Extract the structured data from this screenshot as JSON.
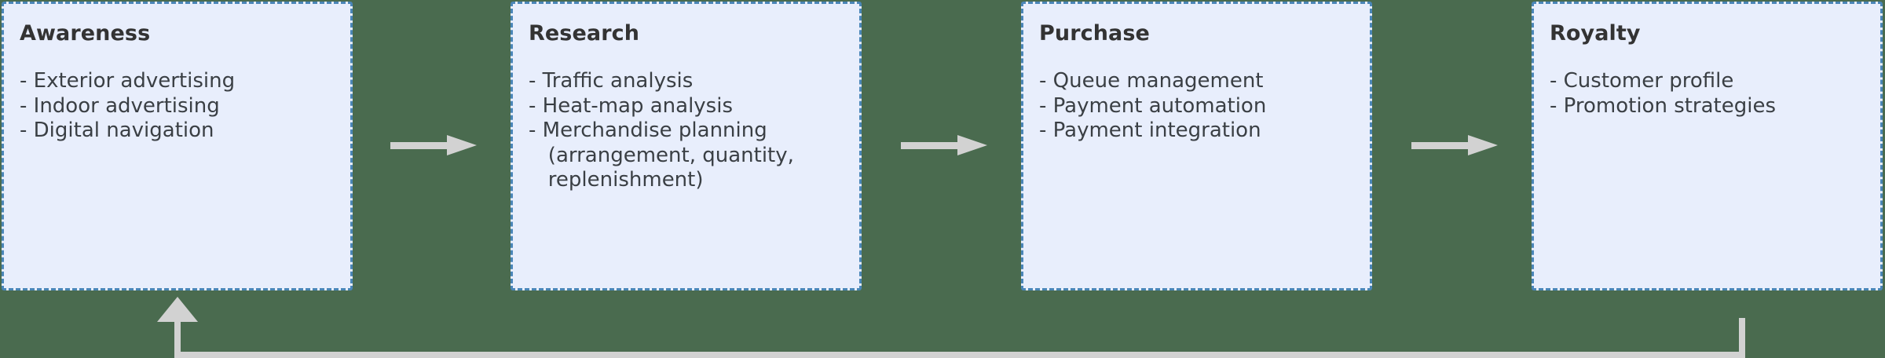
{
  "diagram": {
    "type": "customer-journey-flow",
    "background_color": "#4a6b4f",
    "box_fill_color": "#e8eefc",
    "box_border_color": "#4a86b8",
    "arrow_color": "#d2d2d2",
    "title_color": "#333333",
    "text_color": "#3a3f44",
    "stages": [
      {
        "title": "Awareness",
        "items": [
          "- Exterior advertising",
          "- Indoor advertising",
          "- Digital navigation"
        ]
      },
      {
        "title": "Research",
        "items": [
          "- Traffic analysis",
          "- Heat-map analysis",
          "- Merchandise planning\n   (arrangement, quantity,\n   replenishment)"
        ]
      },
      {
        "title": "Purchase",
        "items": [
          "- Queue management",
          "- Payment automation",
          "- Payment integration"
        ]
      },
      {
        "title": "Royalty",
        "items": [
          "- Customer profile",
          "- Promotion strategies"
        ]
      }
    ],
    "connectors": [
      {
        "name": "arrow-awareness-to-research",
        "from": "Awareness",
        "to": "Research",
        "direction": "right"
      },
      {
        "name": "arrow-research-to-purchase",
        "from": "Research",
        "to": "Purchase",
        "direction": "right"
      },
      {
        "name": "arrow-purchase-to-royalty",
        "from": "Purchase",
        "to": "Royalty",
        "direction": "right"
      },
      {
        "name": "feedback-loop-royalty-to-awareness",
        "from": "Royalty",
        "to": "Awareness",
        "direction": "up-left"
      }
    ]
  }
}
